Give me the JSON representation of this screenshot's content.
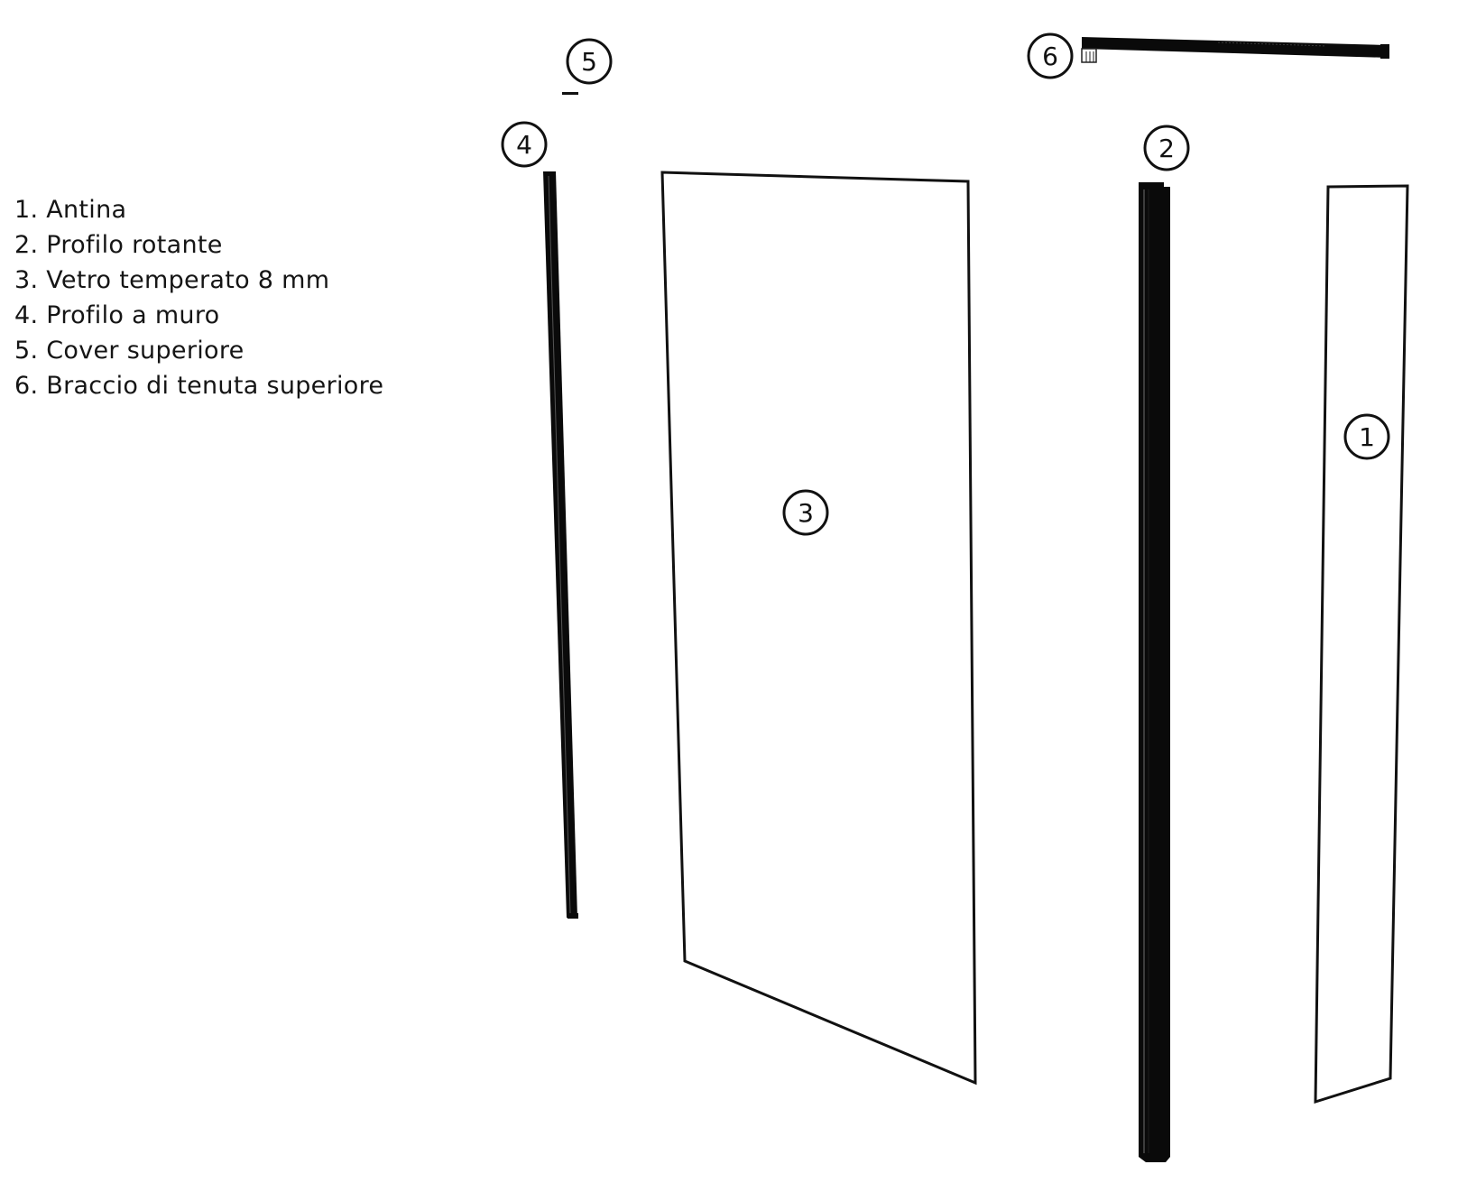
{
  "legend": {
    "items": [
      {
        "number": "1",
        "label": "1. Antina"
      },
      {
        "number": "2",
        "label": "2. Profilo rotante"
      },
      {
        "number": "3",
        "label": "3. Vetro temperato 8 mm"
      },
      {
        "number": "4",
        "label": "4. Profilo a muro"
      },
      {
        "number": "5",
        "label": "5. Cover superiore"
      },
      {
        "number": "6",
        "label": "6. Braccio di tenuta superiore"
      }
    ]
  },
  "callouts": {
    "c1": "1",
    "c2": "2",
    "c3": "3",
    "c4": "4",
    "c5": "5",
    "c6": "6"
  },
  "parts": {
    "antina": "Antina",
    "profilo_rotante": "Profilo rotante",
    "vetro": "Vetro temperato 8 mm",
    "profilo_muro": "Profilo a muro",
    "cover": "Cover superiore",
    "braccio": "Braccio di tenuta superiore"
  },
  "colors": {
    "line": "#111111",
    "profile": "#0a0a0a",
    "background": "#ffffff"
  }
}
